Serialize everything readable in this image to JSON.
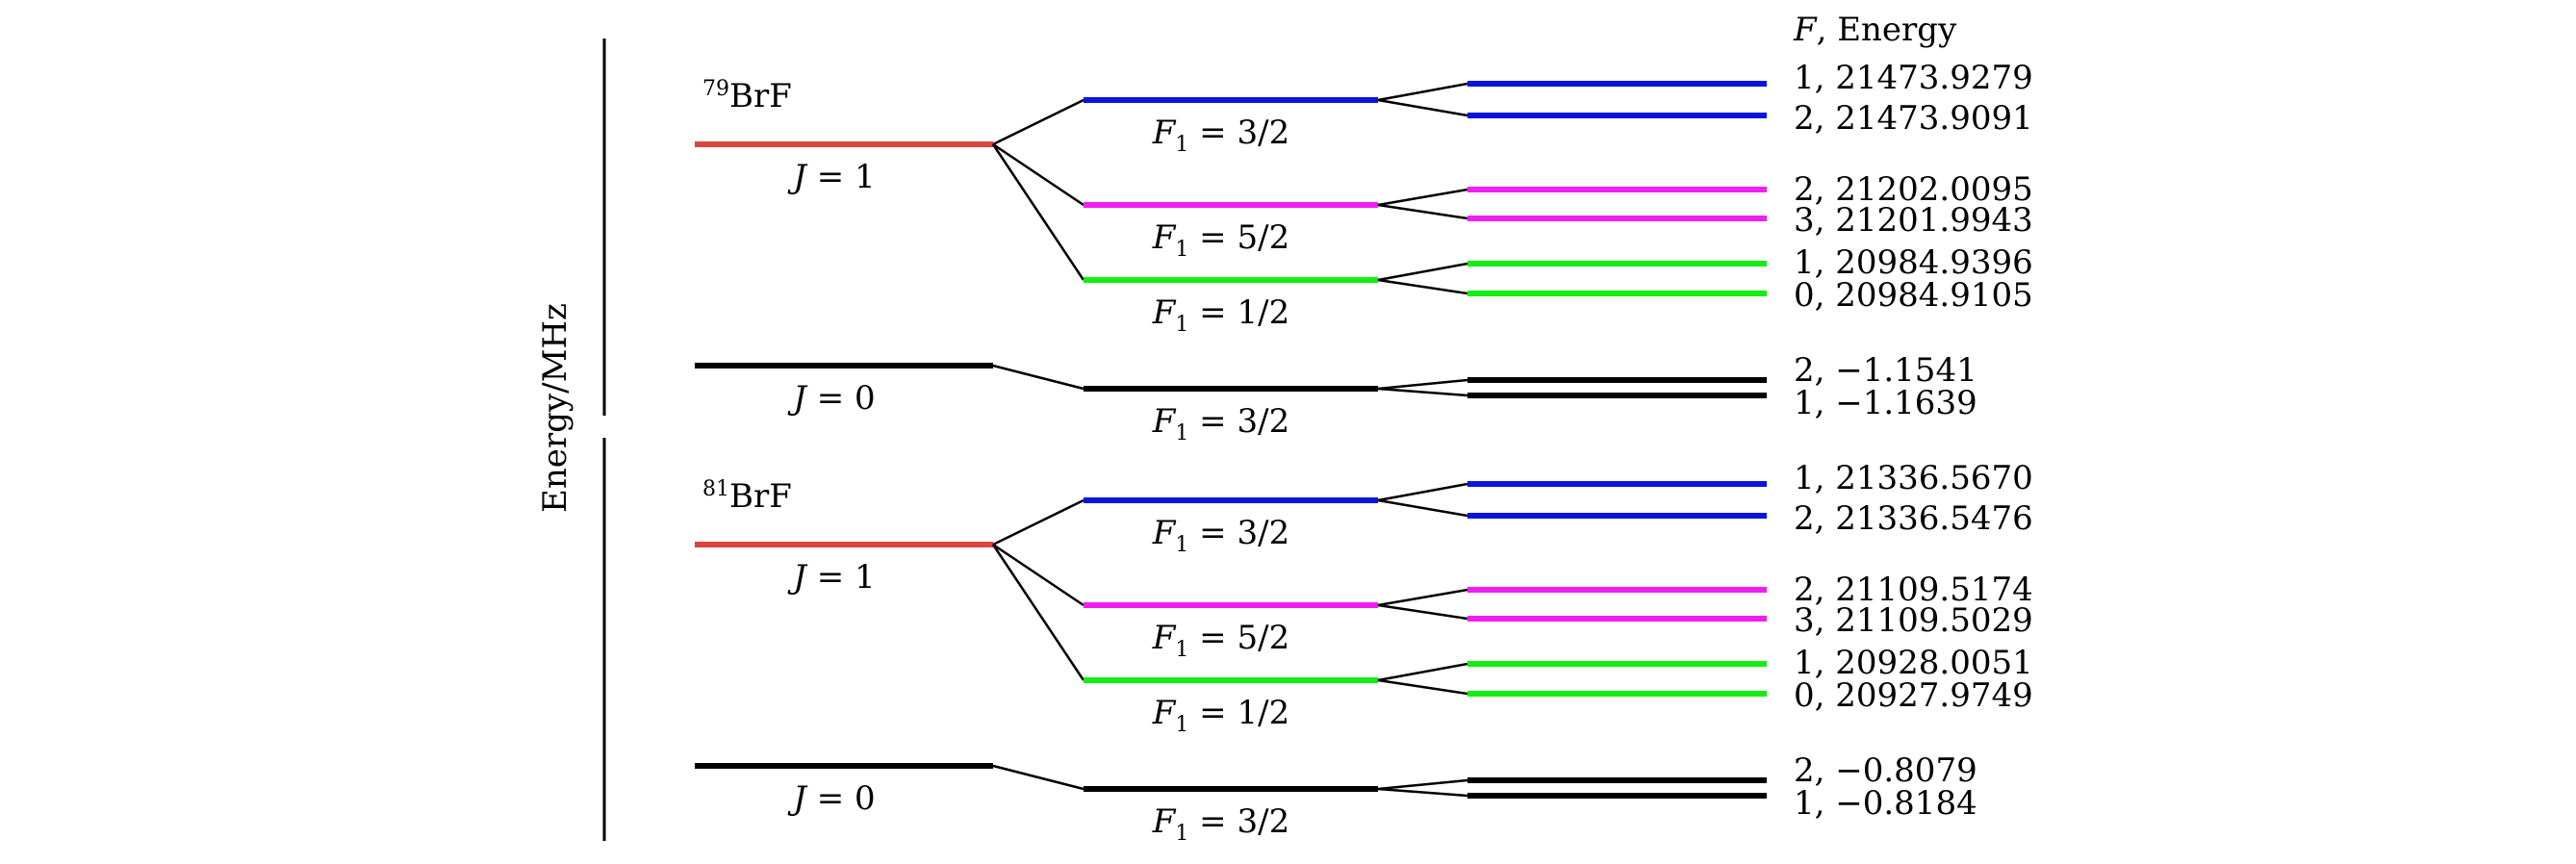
{
  "axis_label": "Energy/MHz",
  "header": {
    "f_symbol": "F",
    "rest": ", Energy"
  },
  "colors": {
    "J1": "#d9453f",
    "J0": "#000000",
    "F1_3_2": "#0a14e0",
    "F1_5_2": "#f01ef0",
    "F1_1_2": "#12ee12",
    "ground": "#000000",
    "connector": "#000000"
  },
  "panels": [
    {
      "id": "79BrF",
      "isotope": {
        "mass": "79",
        "molecule": "BrF"
      },
      "levels": [
        {
          "j_label": {
            "sym": "J",
            "rest": " = 1"
          },
          "color_key": "J1",
          "sublevels": [
            {
              "f1": {
                "sym": "F",
                "sub": "1",
                "rest": " = 3/2"
              },
              "color_key": "F1_3_2",
              "hyperfine": [
                {
                  "label": "1, 21473.9279",
                  "F": 1,
                  "energy": 21473.9279
                },
                {
                  "label": "2, 21473.9091",
                  "F": 2,
                  "energy": 21473.9091
                }
              ]
            },
            {
              "f1": {
                "sym": "F",
                "sub": "1",
                "rest": " = 5/2"
              },
              "color_key": "F1_5_2",
              "hyperfine": [
                {
                  "label": "2, 21202.0095",
                  "F": 2,
                  "energy": 21202.0095
                },
                {
                  "label": "3, 21201.9943",
                  "F": 3,
                  "energy": 21201.9943
                }
              ]
            },
            {
              "f1": {
                "sym": "F",
                "sub": "1",
                "rest": " = 1/2"
              },
              "color_key": "F1_1_2",
              "hyperfine": [
                {
                  "label": "1, 20984.9396",
                  "F": 1,
                  "energy": 20984.9396
                },
                {
                  "label": "0, 20984.9105",
                  "F": 0,
                  "energy": 20984.9105
                }
              ]
            }
          ]
        },
        {
          "j_label": {
            "sym": "J",
            "rest": " = 0"
          },
          "color_key": "J0",
          "sublevels": [
            {
              "f1": {
                "sym": "F",
                "sub": "1",
                "rest": " = 3/2"
              },
              "color_key": "ground",
              "hyperfine": [
                {
                  "label": "2, −1.1541",
                  "F": 2,
                  "energy": -1.1541
                },
                {
                  "label": "1, −1.1639",
                  "F": 1,
                  "energy": -1.1639
                }
              ]
            }
          ]
        }
      ]
    },
    {
      "id": "81BrF",
      "isotope": {
        "mass": "81",
        "molecule": "BrF"
      },
      "levels": [
        {
          "j_label": {
            "sym": "J",
            "rest": " = 1"
          },
          "color_key": "J1",
          "sublevels": [
            {
              "f1": {
                "sym": "F",
                "sub": "1",
                "rest": " = 3/2"
              },
              "color_key": "F1_3_2",
              "hyperfine": [
                {
                  "label": "1, 21336.5670",
                  "F": 1,
                  "energy": 21336.567
                },
                {
                  "label": "2, 21336.5476",
                  "F": 2,
                  "energy": 21336.5476
                }
              ]
            },
            {
              "f1": {
                "sym": "F",
                "sub": "1",
                "rest": " = 5/2"
              },
              "color_key": "F1_5_2",
              "hyperfine": [
                {
                  "label": "2, 21109.5174",
                  "F": 2,
                  "energy": 21109.5174
                },
                {
                  "label": "3, 21109.5029",
                  "F": 3,
                  "energy": 21109.5029
                }
              ]
            },
            {
              "f1": {
                "sym": "F",
                "sub": "1",
                "rest": " = 1/2"
              },
              "color_key": "F1_1_2",
              "hyperfine": [
                {
                  "label": "1, 20928.0051",
                  "F": 1,
                  "energy": 20928.0051
                },
                {
                  "label": "0, 20927.9749",
                  "F": 0,
                  "energy": 20927.9749
                }
              ]
            }
          ]
        },
        {
          "j_label": {
            "sym": "J",
            "rest": " = 0"
          },
          "color_key": "J0",
          "sublevels": [
            {
              "f1": {
                "sym": "F",
                "sub": "1",
                "rest": " = 3/2"
              },
              "color_key": "ground",
              "hyperfine": [
                {
                  "label": "2, −0.8079",
                  "F": 2,
                  "energy": -0.8079
                },
                {
                  "label": "1, −0.8184",
                  "F": 1,
                  "energy": -0.8184
                }
              ]
            }
          ]
        }
      ]
    }
  ]
}
